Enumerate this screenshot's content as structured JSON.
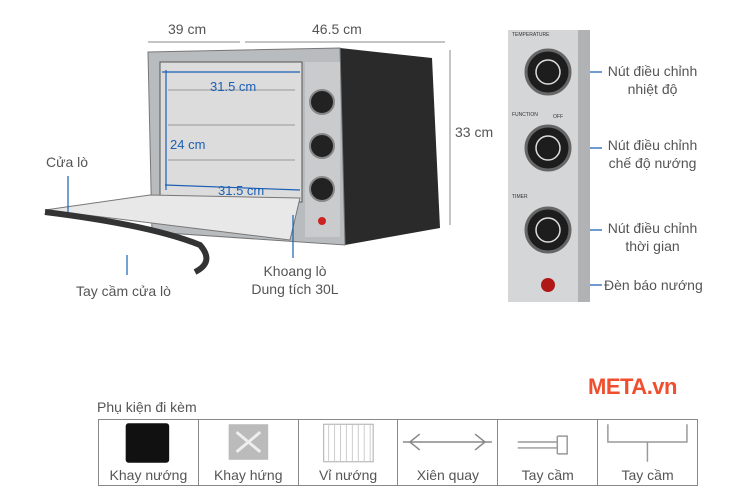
{
  "dimensions": {
    "depth": "39 cm",
    "width": "46.5 cm",
    "height": "33 cm",
    "inner_width_top": "31.5 cm",
    "inner_height": "24 cm",
    "inner_width_bottom": "31.5 cm"
  },
  "callouts": {
    "door": "Cửa lò",
    "door_handle": "Tay cầm cửa lò",
    "chamber_line1": "Khoang lò",
    "chamber_line2": "Dung tích 30L",
    "temp_knob_line1": "Nút điều chỉnh",
    "temp_knob_line2": "nhiệt độ",
    "function_knob_line1": "Nút điều chỉnh",
    "function_knob_line2": "chế độ nướng",
    "timer_knob_line1": "Nút điều chỉnh",
    "timer_knob_line2": "thời gian",
    "indicator_light": "Đèn báo nướng"
  },
  "panel": {
    "temperature": "TEMPERATURE",
    "function": "FUNCTION",
    "timer": "TIMER",
    "off": "OFF"
  },
  "brand": "META.vn",
  "accessories": {
    "title": "Phụ kiện đi kèm",
    "items": [
      {
        "label": "Khay nướng"
      },
      {
        "label": "Khay hứng"
      },
      {
        "label": "Vỉ nướng"
      },
      {
        "label": "Xiên quay"
      },
      {
        "label": "Tay cầm"
      },
      {
        "label": "Tay cầm"
      }
    ]
  }
}
